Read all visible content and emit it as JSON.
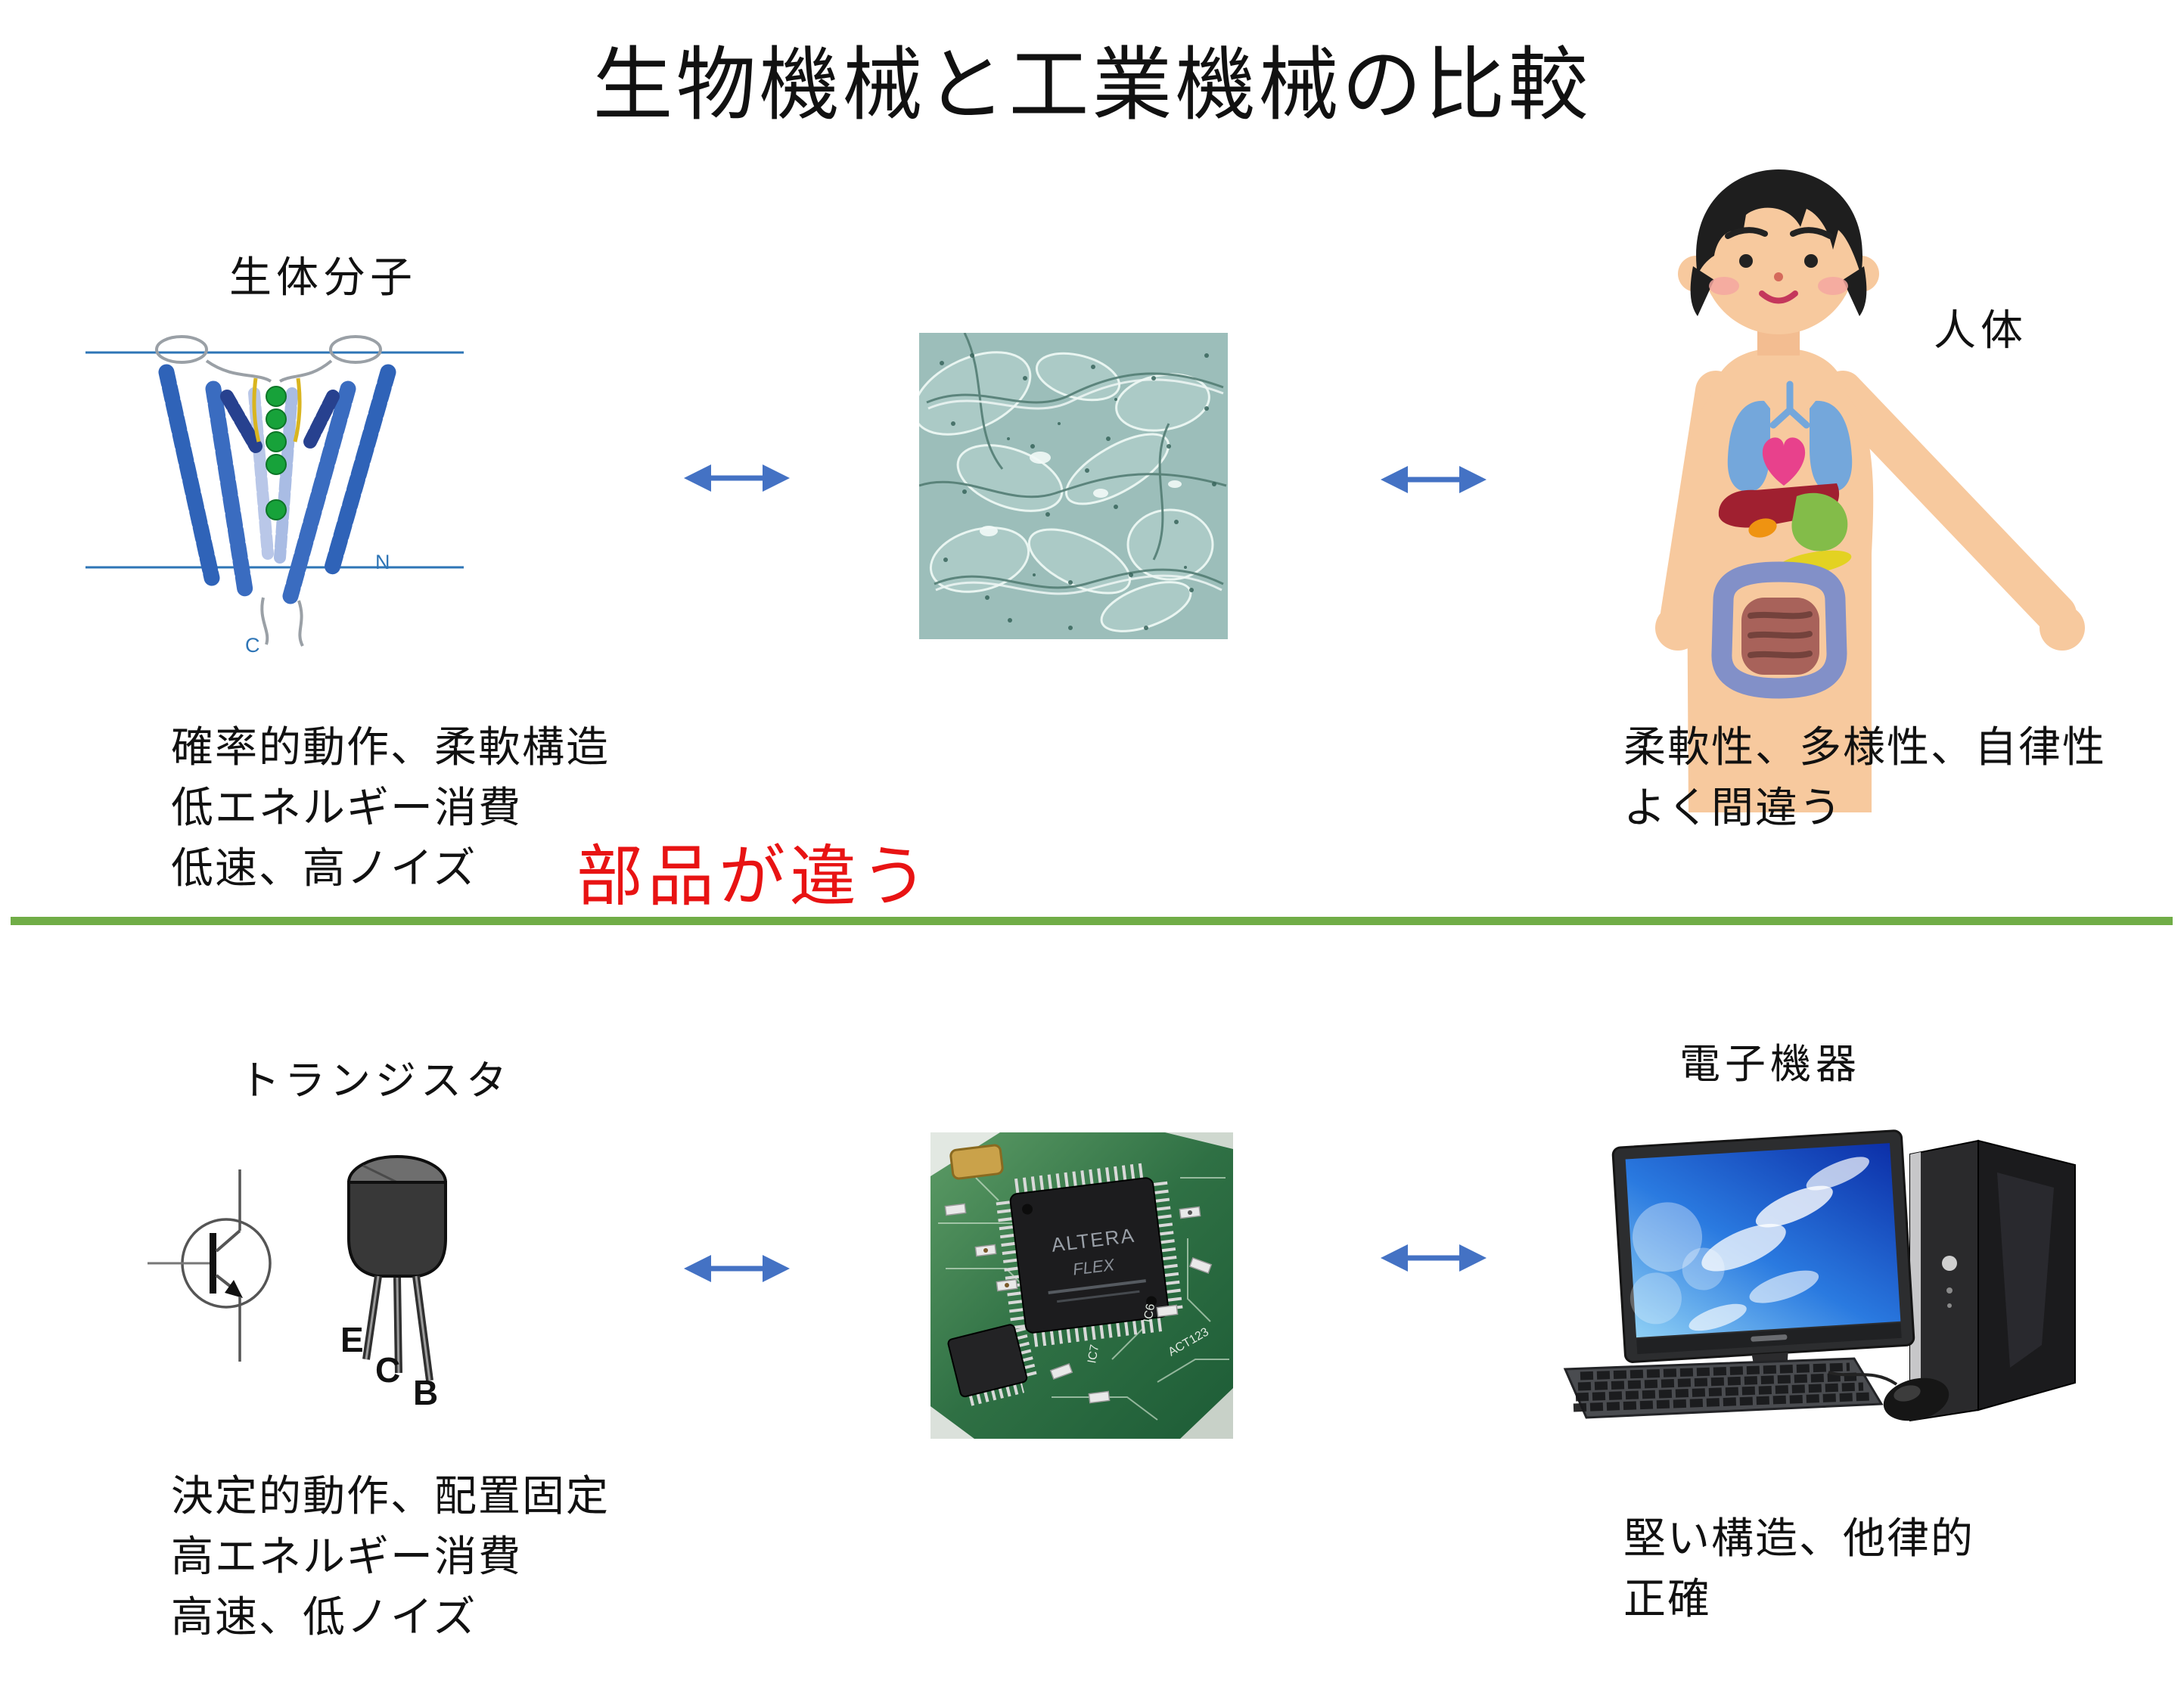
{
  "title": "生物機械と工業機械の比較",
  "divider": {
    "callout": "部品が違う",
    "line_color": "#70AD47",
    "callout_color": "#E81313"
  },
  "bio_row": {
    "molecule_label": "生体分子",
    "body_label": "人体",
    "protein_terminals": {
      "n": "N",
      "c": "C"
    },
    "molecule_notes": [
      "確率的動作、柔軟構造",
      "低エネルギー消費",
      "低速、高ノイズ"
    ],
    "body_notes": [
      "柔軟性、多様性、自律性",
      "よく間違う"
    ]
  },
  "machine_row": {
    "transistor_label": "トランジスタ",
    "device_label": "電子機器",
    "pin_labels": [
      "E",
      "C",
      "B"
    ],
    "chip_markings": [
      "ALTERA",
      "FLEX"
    ],
    "silkscreen_labels": [
      "IC6",
      "IC7",
      "ACT123"
    ],
    "transistor_notes": [
      "決定的動作、配置固定",
      "高エネルギー消費",
      "高速、低ノイズ"
    ],
    "device_notes": [
      "堅い構造、他律的",
      "正確"
    ]
  },
  "colors": {
    "arrow_blue": "#4472C4",
    "membrane_blue": "#2E75B6"
  }
}
